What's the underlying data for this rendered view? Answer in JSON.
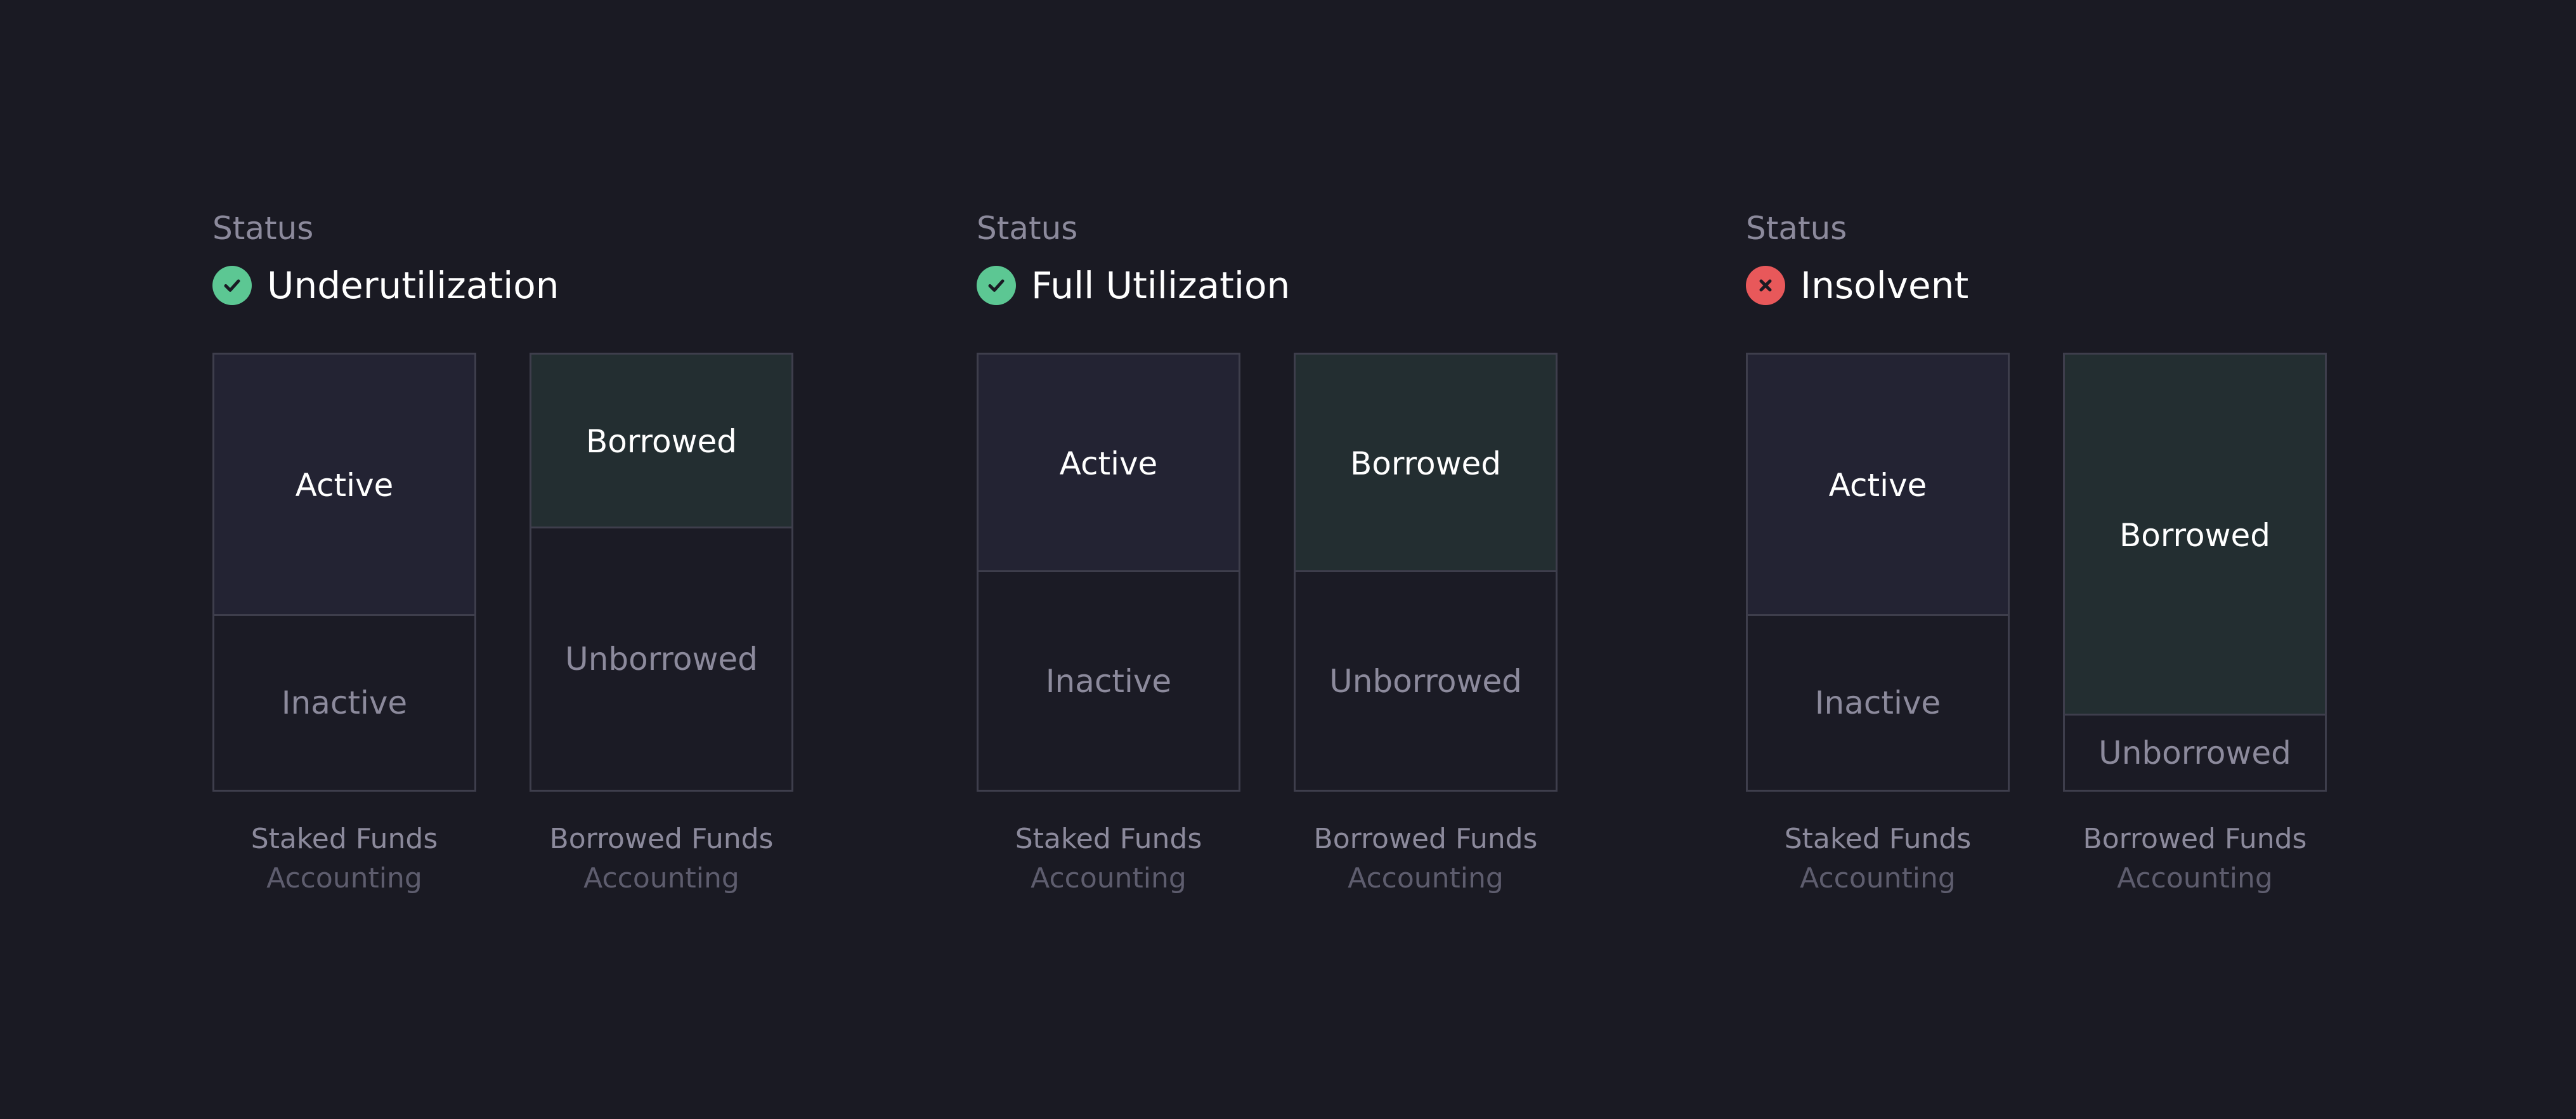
{
  "colors": {
    "background": "#1a1a23",
    "ok": "#5cc793",
    "error": "#e8585a",
    "active_fill": "#232333",
    "borrowed_fill": "#232e31",
    "border": "#3e3e4c"
  },
  "panels": [
    {
      "status_label": "Status",
      "status_value": "Underutilization",
      "status_icon": "check-circle-icon",
      "staked": {
        "top": "Active",
        "bottom": "Inactive",
        "active_share": 0.6
      },
      "borrowed": {
        "top": "Borrowed",
        "bottom": "Unborrowed",
        "borrowed_share": 0.4
      },
      "staked_caption": [
        "Staked Funds",
        "Accounting"
      ],
      "borrowed_caption": [
        "Borrowed Funds",
        "Accounting"
      ]
    },
    {
      "status_label": "Status",
      "status_value": "Full Utilization",
      "status_icon": "check-circle-icon",
      "staked": {
        "top": "Active",
        "bottom": "Inactive",
        "active_share": 0.5
      },
      "borrowed": {
        "top": "Borrowed",
        "bottom": "Unborrowed",
        "borrowed_share": 0.5
      },
      "staked_caption": [
        "Staked Funds",
        "Accounting"
      ],
      "borrowed_caption": [
        "Borrowed Funds",
        "Accounting"
      ]
    },
    {
      "status_label": "Status",
      "status_value": "Insolvent",
      "status_icon": "x-circle-icon",
      "staked": {
        "top": "Active",
        "bottom": "Inactive",
        "active_share": 0.6
      },
      "borrowed": {
        "top": "Borrowed",
        "bottom": "Unborrowed",
        "borrowed_share": 0.83
      },
      "staked_caption": [
        "Staked Funds",
        "Accounting"
      ],
      "borrowed_caption": [
        "Borrowed Funds",
        "Accounting"
      ]
    }
  ]
}
